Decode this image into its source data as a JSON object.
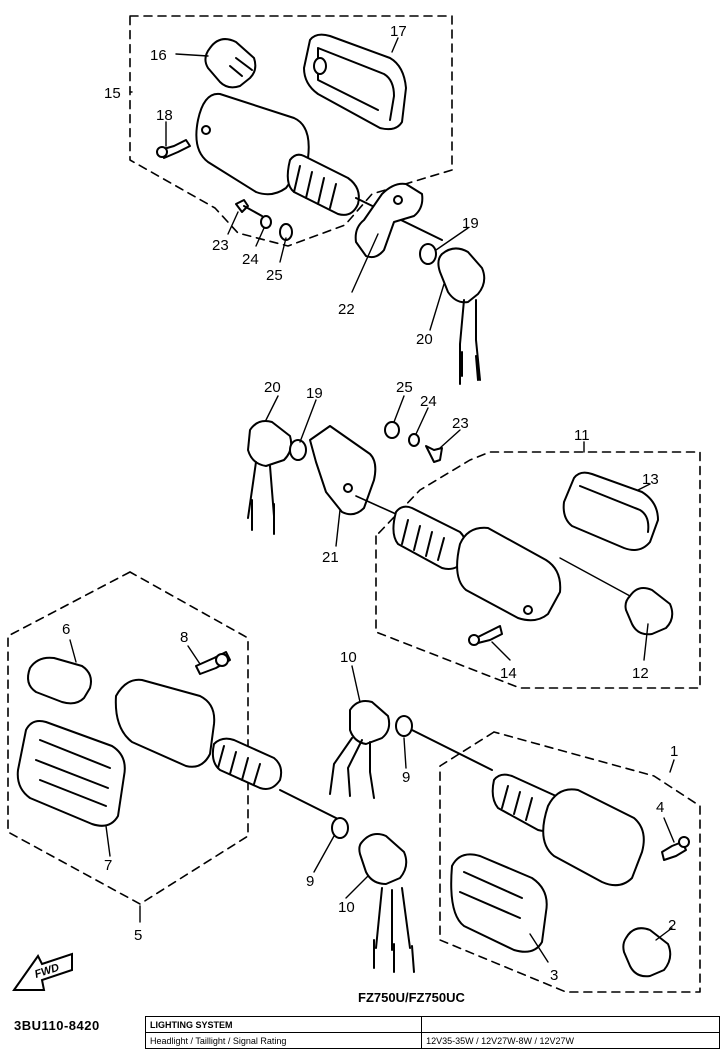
{
  "part_number": "3BU110-8420",
  "model_label": "FZ750U/FZ750UC",
  "fwd_label": "FWD",
  "table": {
    "header": "LIGHTING SYSTEM",
    "row_label": "Headlight / Taillight / Signal Rating",
    "row_value": "12V35-35W / 12V27W-8W / 12V27W"
  },
  "callouts": {
    "c1": "1",
    "c2": "2",
    "c3": "3",
    "c4": "4",
    "c5": "5",
    "c6": "6",
    "c7": "7",
    "c8": "8",
    "c9a": "9",
    "c9b": "9",
    "c10a": "10",
    "c10b": "10",
    "c11": "11",
    "c12": "12",
    "c13": "13",
    "c14": "14",
    "c15": "15",
    "c16": "16",
    "c17": "17",
    "c18": "18",
    "c19a": "19",
    "c19b": "19",
    "c20a": "20",
    "c20b": "20",
    "c21": "21",
    "c22": "22",
    "c23a": "23",
    "c23b": "23",
    "c24a": "24",
    "c24b": "24",
    "c25a": "25",
    "c25b": "25"
  }
}
